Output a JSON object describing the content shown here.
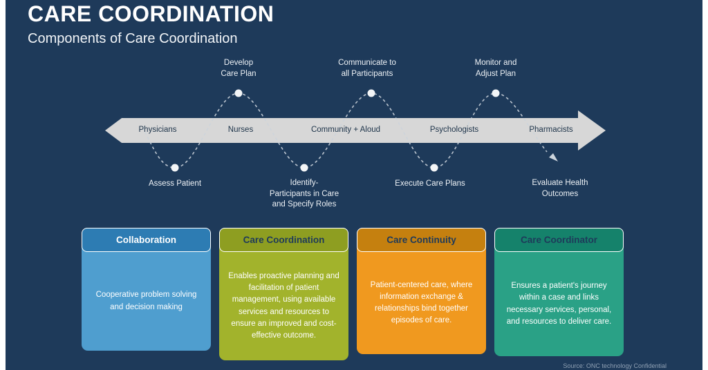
{
  "slide": {
    "title": "CARE COORDINATION",
    "subtitle": "Components of Care Coordination",
    "source_note": "Source: ONC   technology Confidential",
    "background_color": "#1e3a5a"
  },
  "timeline": {
    "band_labels": [
      "Physicians",
      "Nurses",
      "Community + Aloud",
      "Psychologists",
      "Pharmacists"
    ],
    "top_labels": [
      "Develop\nCare Plan",
      "Communicate to\nall Participants",
      "Monitor and\nAdjust Plan"
    ],
    "bottom_labels": [
      "Assess Patient",
      "Identify-\nParticipants in Care\nand Specify Roles",
      "Execute Care Plans",
      "Evaluate Health\nOutcomes"
    ],
    "band_color": "#d7d7d7",
    "wave_color": "#ccd4dc",
    "node_color": "#f3f5f7"
  },
  "cards": [
    {
      "title": "Collaboration",
      "body": "Cooperative problem solving and decision making",
      "header_color": "#2d7cb3",
      "body_color": "#4f9ecf",
      "title_color": "#ffffff"
    },
    {
      "title": "Care Coordination",
      "body": "Enables proactive planning and facilitation of patient management, using available services and resources to ensure an improved and cost-effective outcome.",
      "header_color": "#8e9e21",
      "body_color": "#a2b32c",
      "title_color": "#1e3a5a"
    },
    {
      "title": "Care Continuity",
      "body": "Patient-centered care, where information exchange & relationships bind together episodes of care.",
      "header_color": "#c5800f",
      "body_color": "#f0991f",
      "title_color": "#1e3a5a"
    },
    {
      "title": "Care Coordinator",
      "body": "Ensures a patient's journey within a case and links necessary services, personal, and resources to deliver care.",
      "header_color": "#15826b",
      "body_color": "#2aa186",
      "title_color": "#1e3a5a"
    }
  ]
}
